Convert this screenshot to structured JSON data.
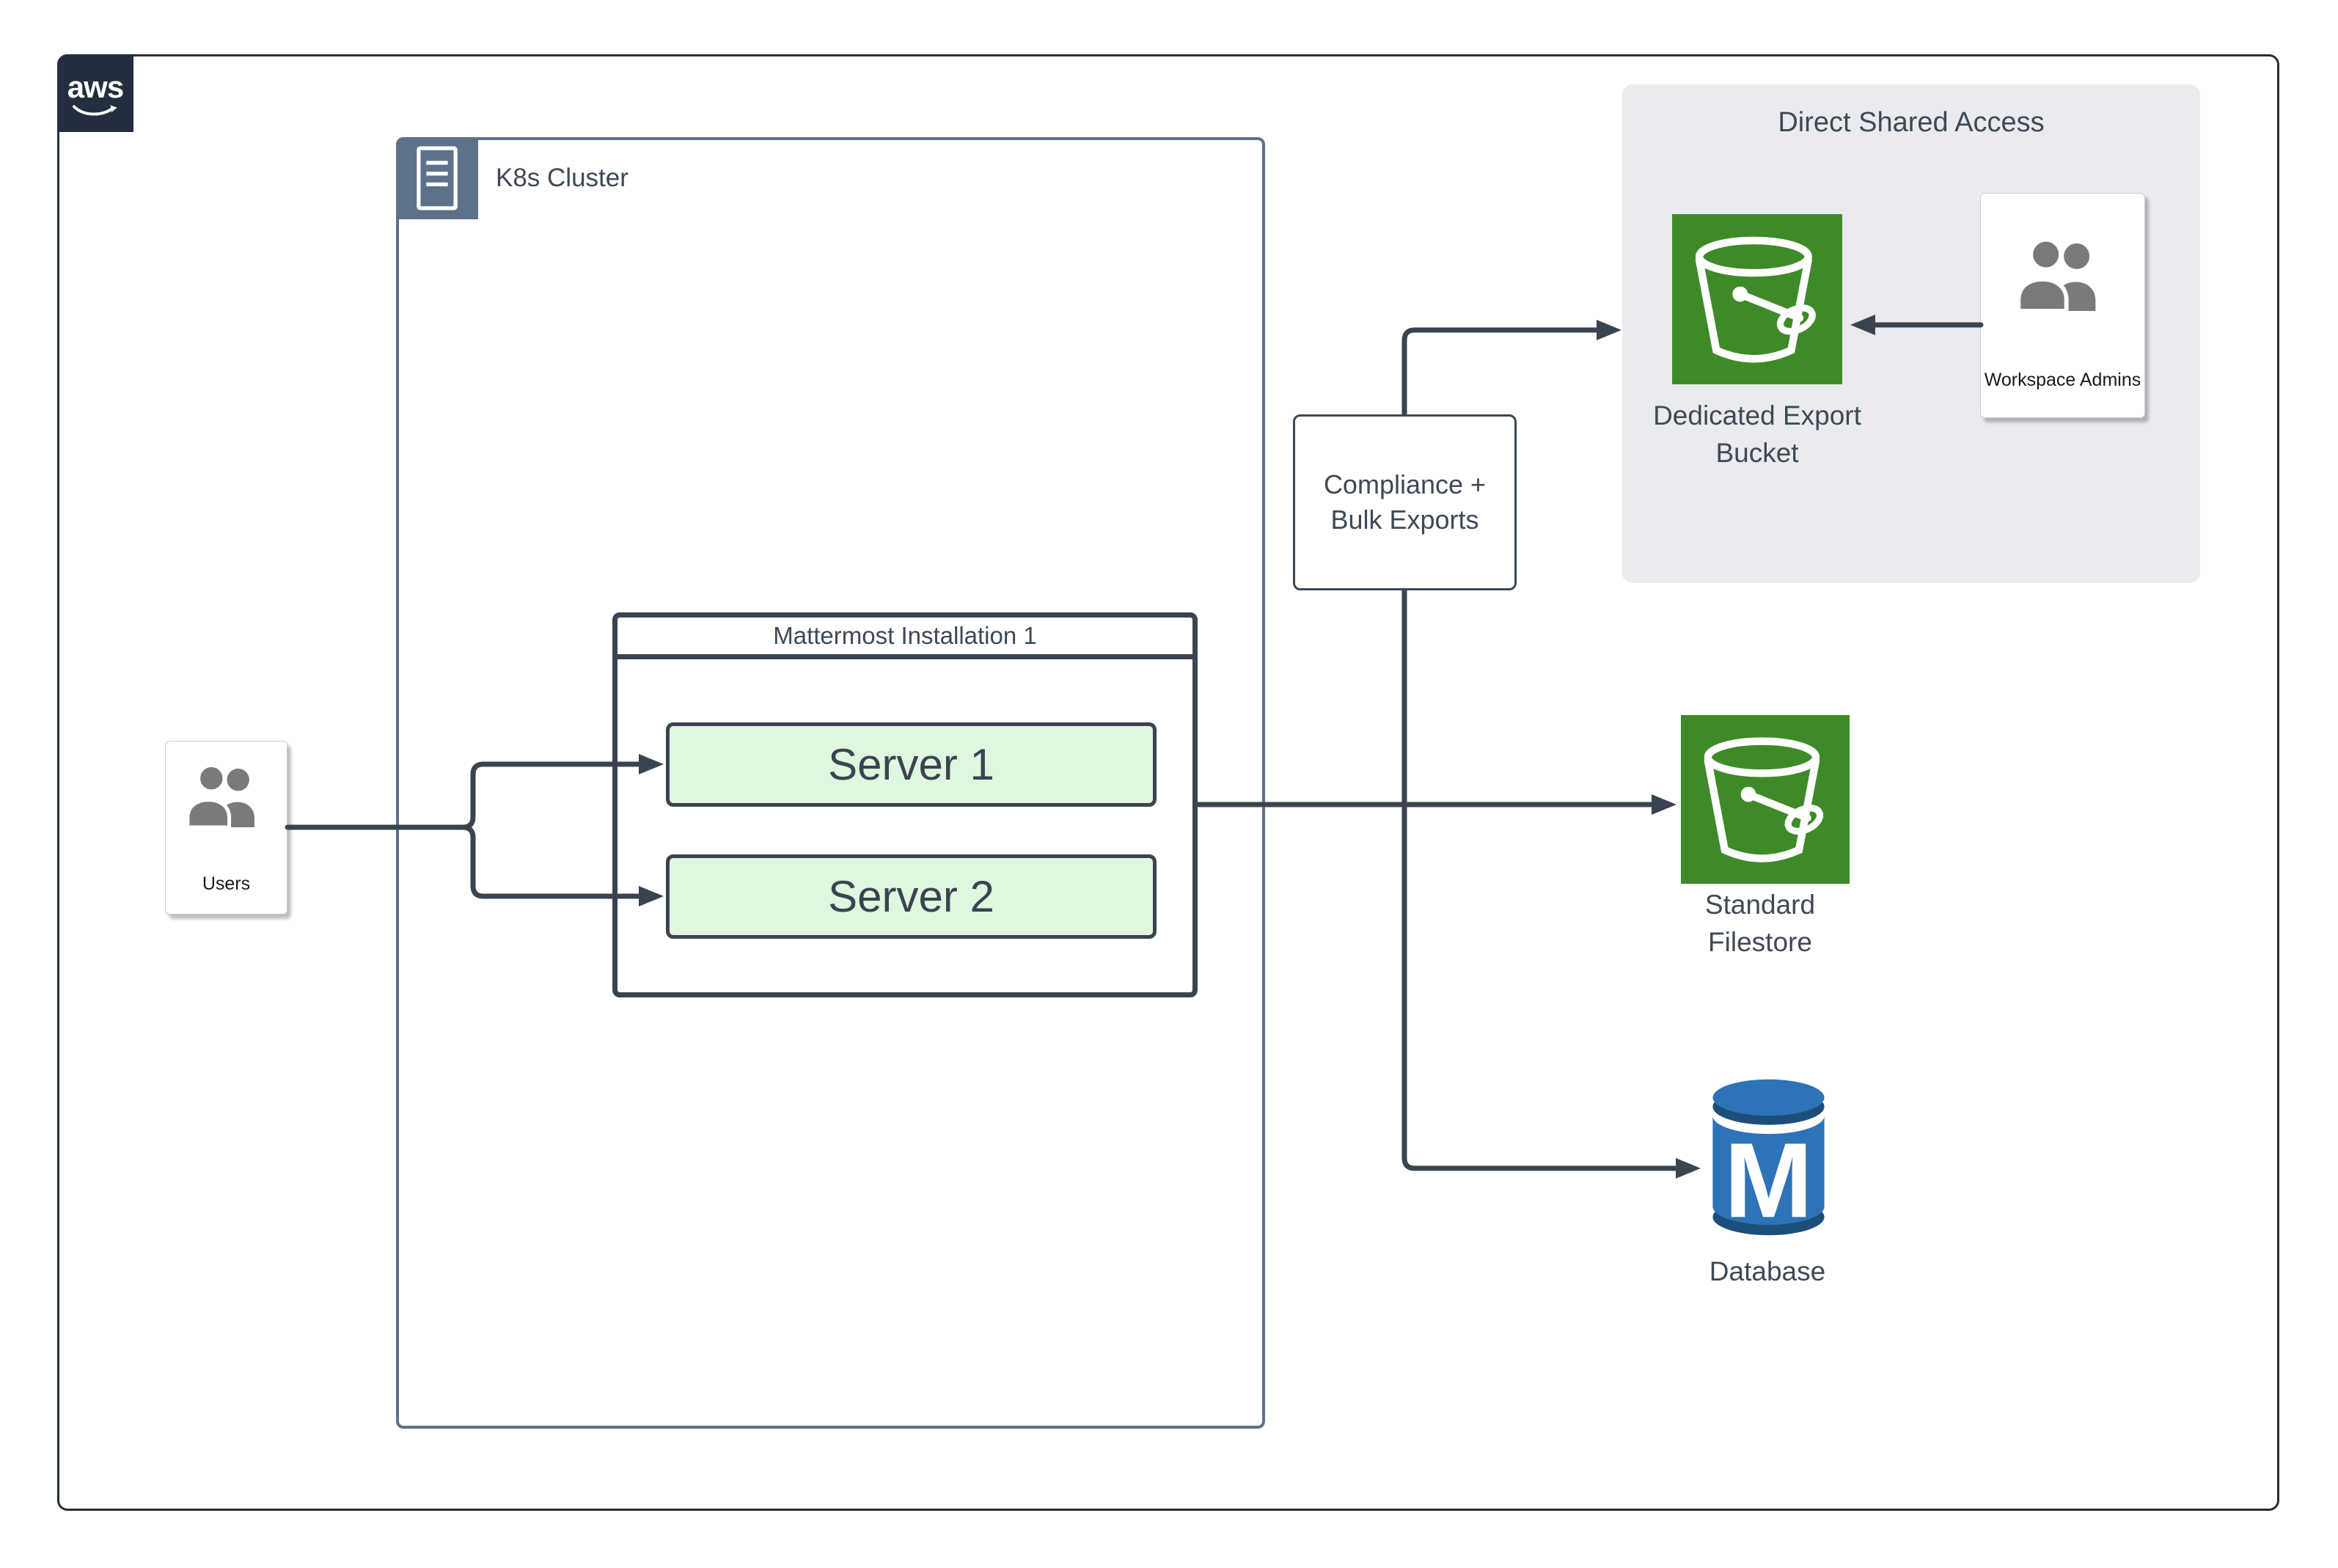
{
  "colors": {
    "navy": "#232F3E",
    "slate": "#5D7289",
    "ink": "#3A4450",
    "text": "#3E4956",
    "green": "#3F8A28",
    "mint": "#DFF6DF",
    "region": "#E9EBEE",
    "dbBlue": "#2D73B8",
    "dbDark": "#1B4E79",
    "personGray": "#7A7A7A",
    "cardBorder": "#C9CCD0"
  },
  "aws": {
    "logo_text": "aws"
  },
  "k8s": {
    "label": "K8s Cluster"
  },
  "mattermost": {
    "title": "Mattermost Installation 1",
    "servers": [
      {
        "label": "Server 1"
      },
      {
        "label": "Server 2"
      }
    ]
  },
  "users": {
    "label": "Users"
  },
  "compliance": {
    "label": "Compliance +\nBulk Exports"
  },
  "direct_shared_access": {
    "title": "Direct Shared Access",
    "bucket_label": "Dedicated Export\nBucket",
    "admins_label": "Workspace Admins"
  },
  "filestore": {
    "label": "Standard\nFilestore"
  },
  "database": {
    "label": "Database",
    "letter": "M"
  }
}
